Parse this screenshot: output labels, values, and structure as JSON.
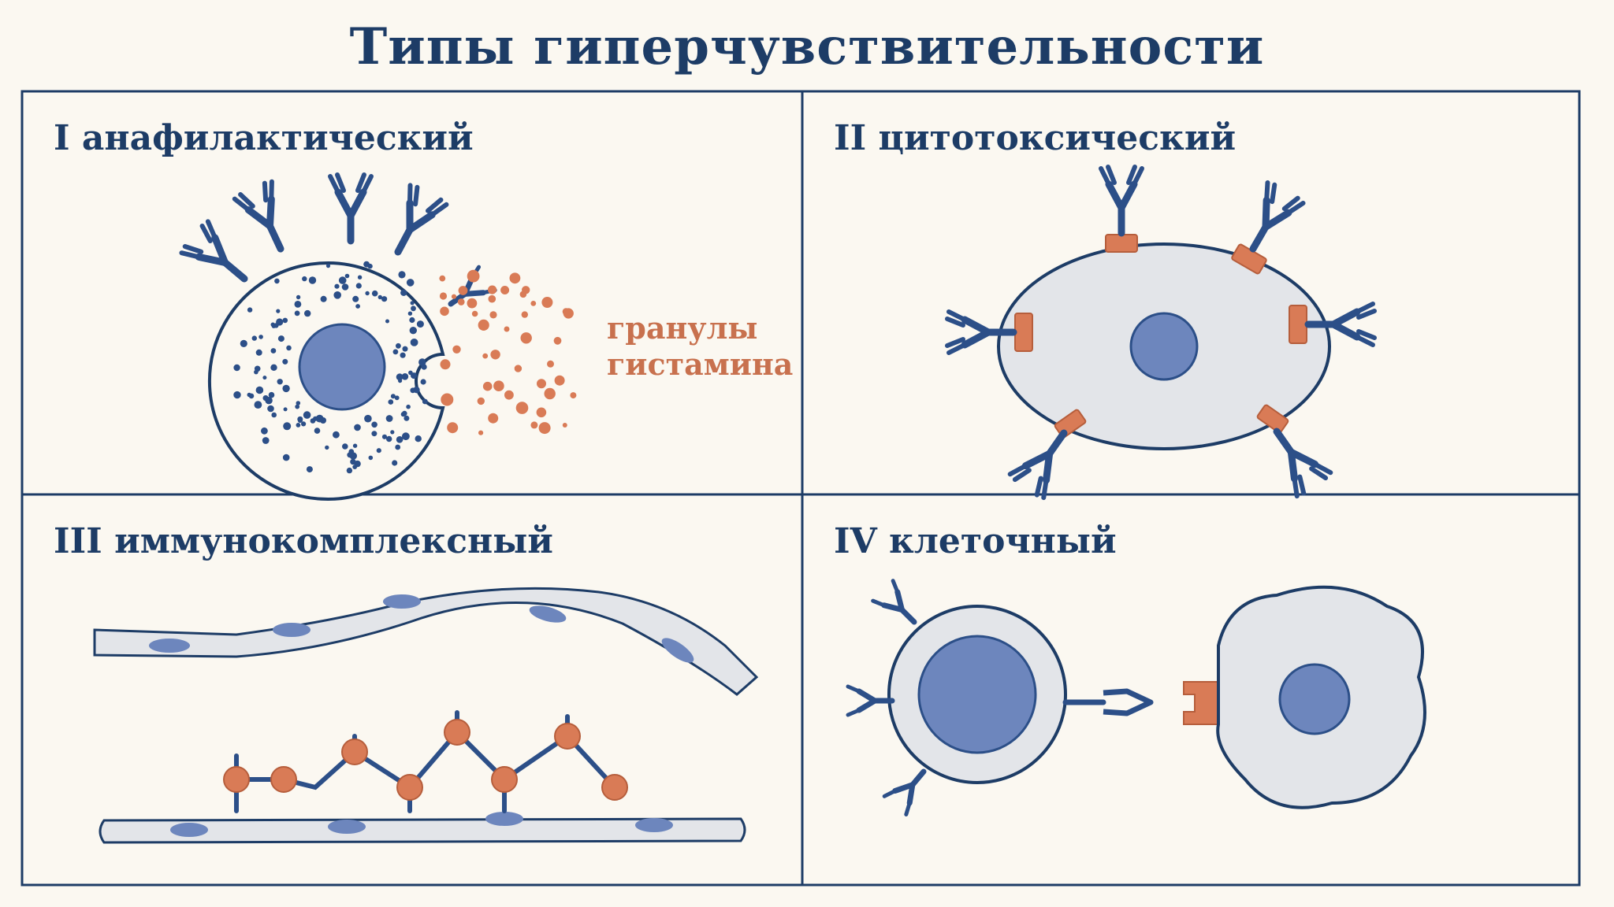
{
  "title": "Типы гиперчувствительности",
  "panels": [
    {
      "label": "I  анафилактический"
    },
    {
      "label": "II цитотоксический"
    },
    {
      "label": "III иммунокомплексный"
    },
    {
      "label": "IV клеточный"
    }
  ],
  "granules": {
    "line1": "гранулы",
    "line2": "гистамина"
  },
  "colors": {
    "frame": "#1d3c66",
    "antibody": "#2c4f88",
    "nucleus": "#6d86bd",
    "cytoplasm": "#e3e5e9",
    "antigen": "#d97b56",
    "background": "#fbf8f1"
  }
}
